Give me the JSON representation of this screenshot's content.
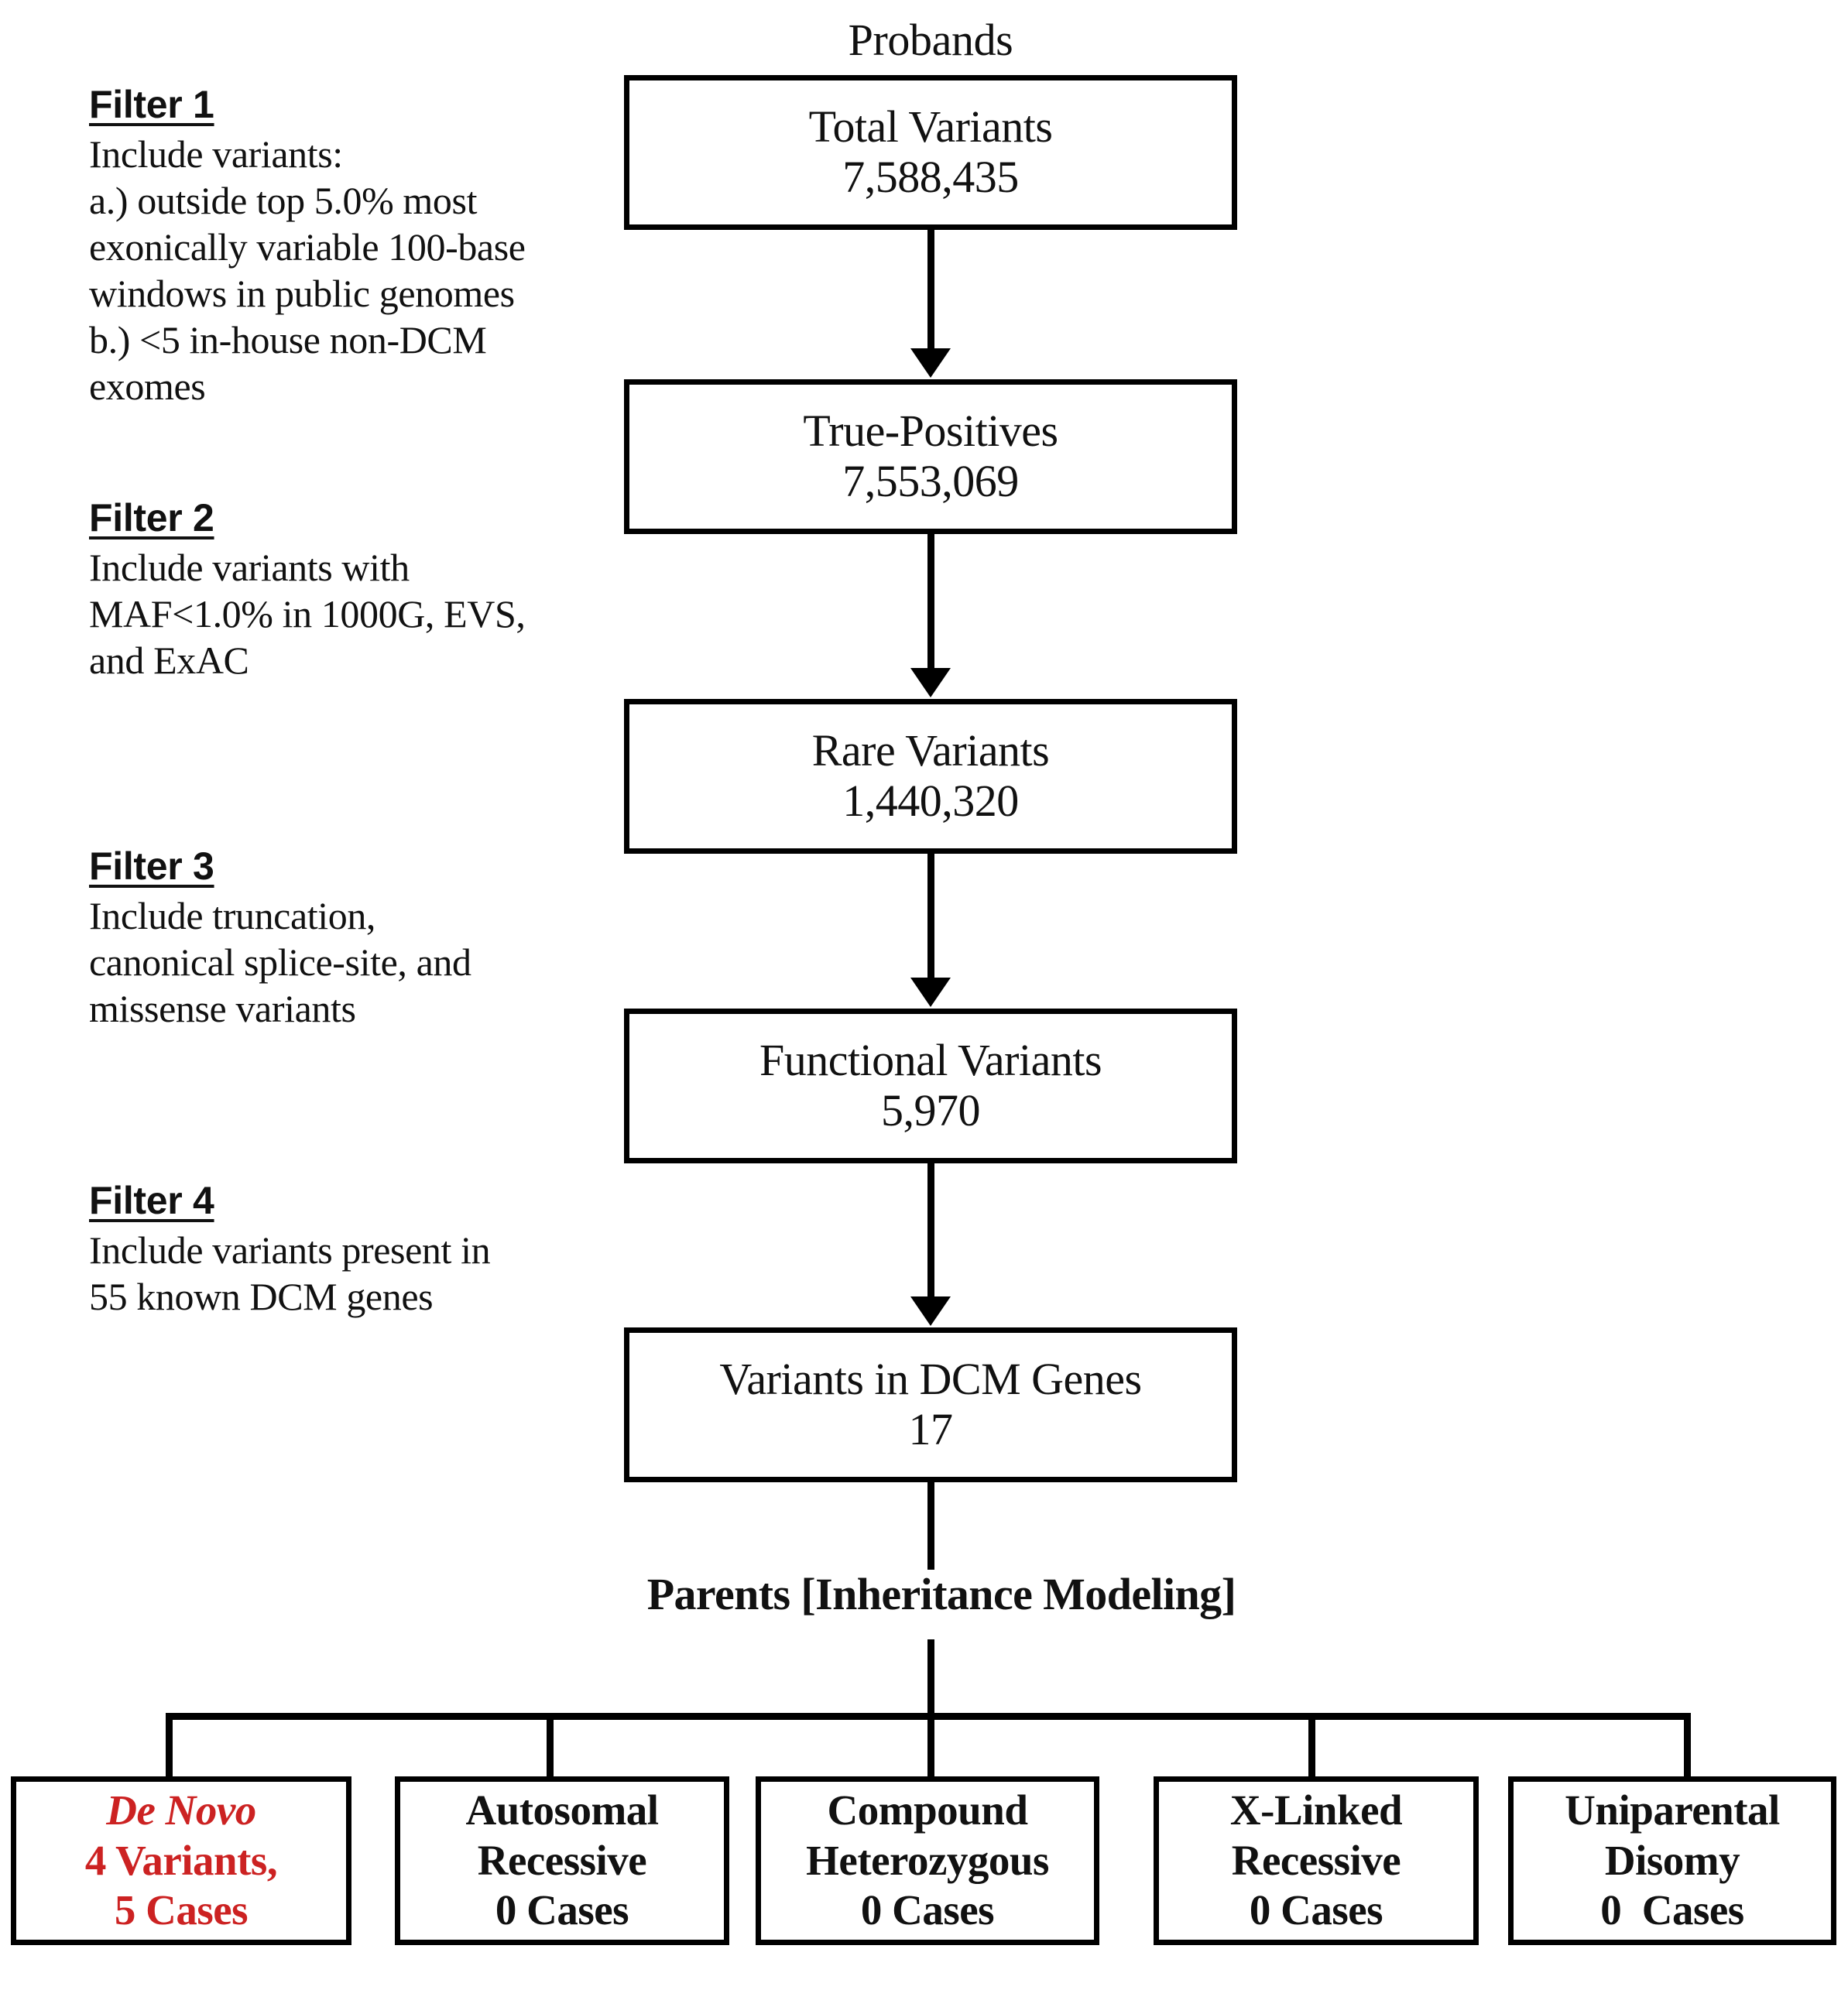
{
  "diagram": {
    "top_caption": "Probands",
    "parents_caption": "Parents [Inheritance Modeling]",
    "accent_color": "#cc2222",
    "line_color": "#000000"
  },
  "filters": [
    {
      "title": "Filter 1",
      "body": "Include variants:\na.) outside top 5.0% most\nexonically variable 100-base\nwindows in public genomes\nb.) <5 in-house non-DCM\nexomes"
    },
    {
      "title": "Filter 2",
      "body": "Include variants with\nMAF<1.0% in 1000G, EVS,\nand ExAC"
    },
    {
      "title": "Filter 3",
      "body": "Include truncation,\ncanonical splice-site, and\nmissense variants"
    },
    {
      "title": "Filter 4",
      "body": "Include variants present in\n55 known DCM genes"
    }
  ],
  "flow_steps": [
    {
      "label": "Total Variants",
      "count": "7,588,435"
    },
    {
      "label": "True-Positives",
      "count": "7,553,069"
    },
    {
      "label": "Rare Variants",
      "count": "1,440,320"
    },
    {
      "label": "Functional Variants",
      "count": "5,970"
    },
    {
      "label": "Variants in DCM Genes",
      "count": "17"
    }
  ],
  "outcomes": [
    {
      "name_line1": "De Novo",
      "name_line2": "4 Variants,",
      "name_line3": "5 Cases",
      "highlight": true
    },
    {
      "name_line1": "Autosomal",
      "name_line2": "Recessive",
      "name_line3": "0 Cases",
      "highlight": false
    },
    {
      "name_line1": "Compound",
      "name_line2": "Heterozygous",
      "name_line3": "0 Cases",
      "highlight": false
    },
    {
      "name_line1": "X-Linked",
      "name_line2": "Recessive",
      "name_line3": "0 Cases",
      "highlight": false
    },
    {
      "name_line1": "Uniparental",
      "name_line2": "Disomy",
      "name_line3": "0  Cases",
      "highlight": false
    }
  ]
}
